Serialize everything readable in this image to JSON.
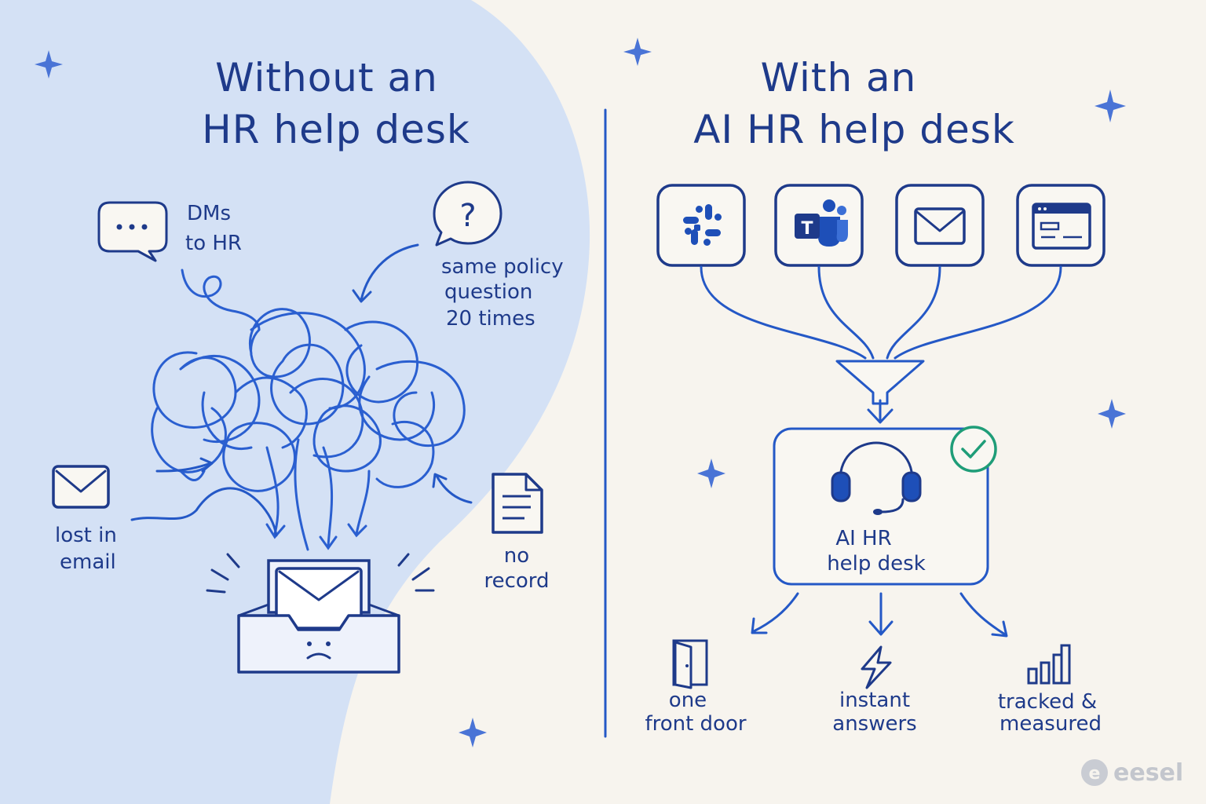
{
  "left_panel": {
    "title_line1": "Without an",
    "title_line2": "HR help desk",
    "dm_label_line1": "DMs",
    "dm_label_line2": "to HR",
    "question_label_line1": "same policy",
    "question_label_line2": "question",
    "question_label_line3": "20 times",
    "email_label_line1": "lost in",
    "email_label_line2": "email",
    "record_label_line1": "no",
    "record_label_line2": "record",
    "question_mark": "?"
  },
  "right_panel": {
    "title_line1": "With an",
    "title_line2": "AI HR help desk",
    "channels": [
      "slack-icon",
      "teams-icon",
      "mail-icon",
      "browser-icon"
    ],
    "hub_label_line1": "AI HR",
    "hub_label_line2": "help desk",
    "outcomes": [
      {
        "line1": "one",
        "line2": "front door"
      },
      {
        "line1": "instant",
        "line2": "answers"
      },
      {
        "line1": "tracked &",
        "line2": "measured"
      }
    ],
    "teams_letter": "T"
  },
  "brand": {
    "name": "eesel",
    "mark": "e"
  },
  "colors": {
    "ink": "#1e3a8a",
    "accent": "#2458c6",
    "blob": "#d4e1f5",
    "background": "#f7f4ee",
    "check": "#1f9d78"
  }
}
